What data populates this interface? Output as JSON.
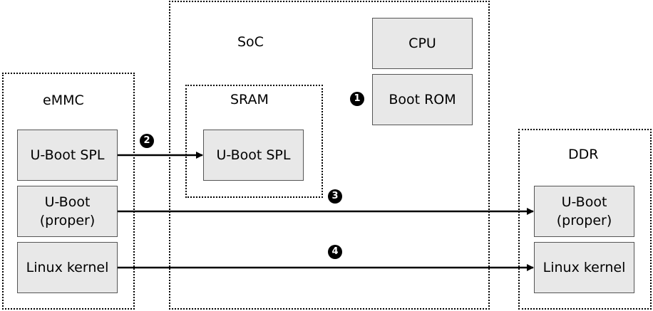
{
  "regions": {
    "emmc": "eMMC",
    "soc": "SoC",
    "sram": "SRAM",
    "ddr": "DDR"
  },
  "boxes": {
    "emmc_spl": "U-Boot SPL",
    "emmc_uboot_line1": "U-Boot",
    "emmc_uboot_line2": "(proper)",
    "emmc_kernel": "Linux kernel",
    "sram_spl": "U-Boot SPL",
    "cpu": "CPU",
    "boot_rom": "Boot ROM",
    "ddr_uboot_line1": "U-Boot",
    "ddr_uboot_line2": "(proper)",
    "ddr_kernel": "Linux kernel"
  },
  "steps": [
    "1",
    "2",
    "3",
    "4"
  ]
}
